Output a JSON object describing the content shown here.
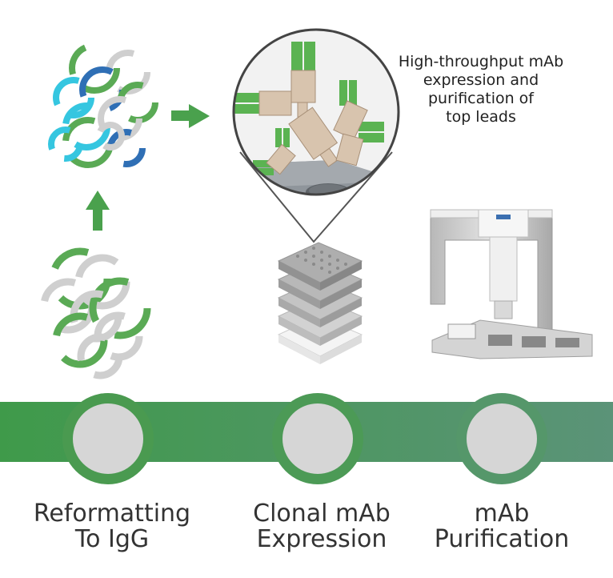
{
  "callout": {
    "lines": [
      "High-throughput mAb",
      "expression and",
      "purification of",
      "top leads"
    ]
  },
  "stages": [
    {
      "lines": [
        "Reformatting",
        "To IgG"
      ]
    },
    {
      "lines": [
        "Clonal mAb",
        "Expression"
      ]
    },
    {
      "lines": [
        "mAb",
        "Purification"
      ]
    }
  ],
  "colors": {
    "band_start": "#3f9a4a",
    "band_end": "#5b9378",
    "node_fill": "#d6d6d6",
    "arrow": "#4aa14d",
    "plasmid_green": "#5aaa55",
    "plasmid_cyan": "#35c6e0",
    "plasmid_blue": "#2f6fb5",
    "plasmid_gray": "#cfcfcf",
    "antibody_light": "#d8c4ae",
    "antibody_green": "#5bb352",
    "plate_gray": "#a9a9a9"
  },
  "icons": [
    "plasmid-cluster",
    "up-arrow",
    "right-arrow",
    "antibody",
    "well-plate-stack",
    "purification-robot"
  ]
}
